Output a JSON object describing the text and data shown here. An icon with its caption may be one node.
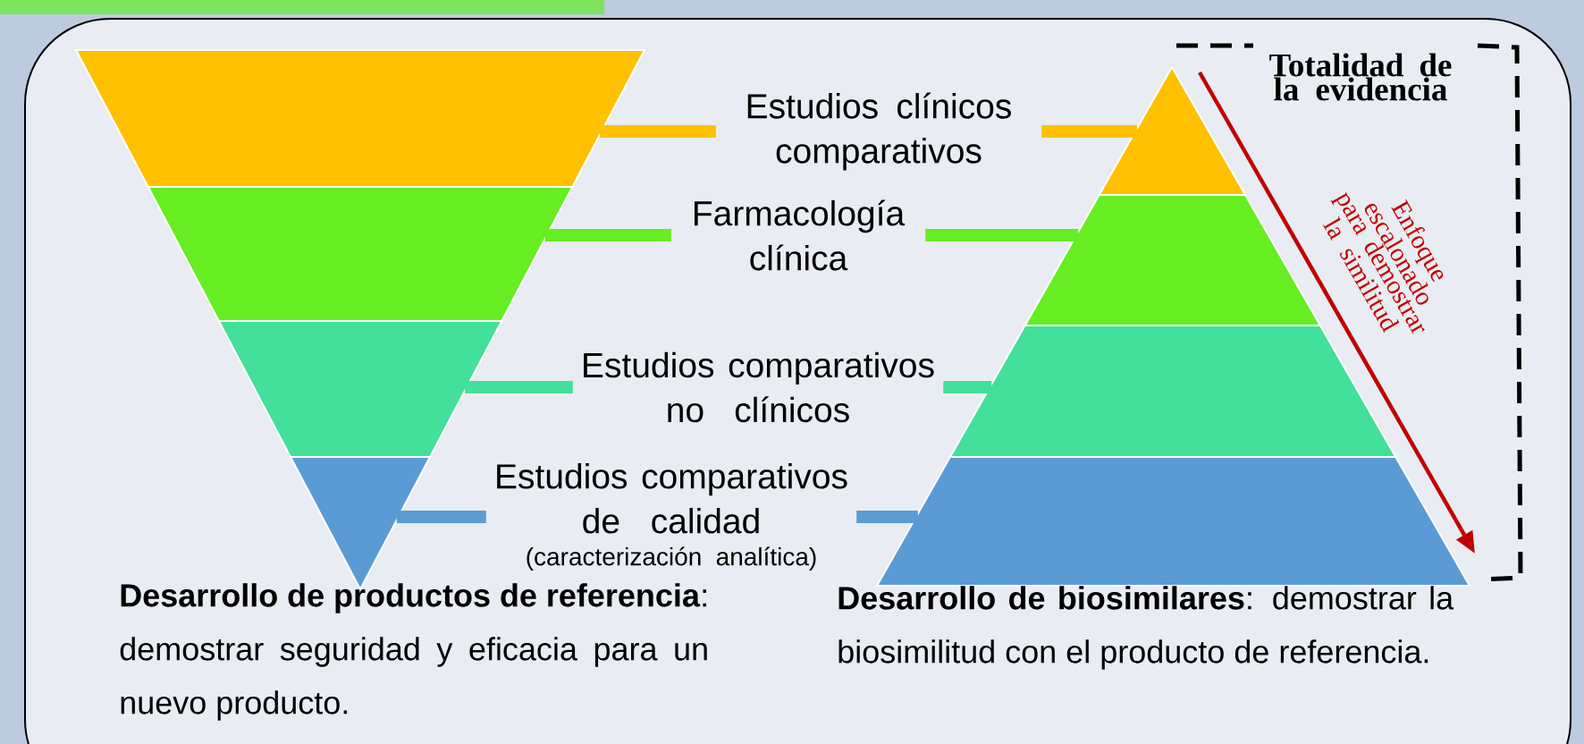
{
  "diagram": {
    "nodes": [
      {
        "text": [],
        "shape": "trapezoid"
      },
      {
        "text": [],
        "shape": "trapezoid"
      },
      {
        "text": [],
        "shape": "trapezoid"
      },
      {
        "text": [],
        "shape": "triangle"
      },
      {
        "text": [
          "Estudios clínicos comparativos"
        ]
      },
      {
        "text": [
          "Farmacología clínica"
        ]
      },
      {
        "text": [
          "Estudios comparativos no clínicos"
        ]
      },
      {
        "text": [
          "Estudios comparativos de calidad",
          "(caracterización analítica)"
        ]
      },
      {
        "text": [],
        "shape": "triangle"
      },
      {
        "text": [],
        "shape": "trapezoid"
      },
      {
        "text": [],
        "shape": "trapezoid"
      },
      {
        "text": [],
        "shape": "trapezoid"
      }
    ],
    "edges": [
      {
        "from": 4,
        "to": 0,
        "arrow": "none",
        "color": "#ffc000"
      },
      {
        "from": 4,
        "to": 8,
        "arrow": "none",
        "color": "#ffc000"
      },
      {
        "from": 5,
        "to": 1,
        "arrow": "none",
        "color": "#66ee22"
      },
      {
        "from": 5,
        "to": 9,
        "arrow": "none",
        "color": "#66ee22"
      },
      {
        "from": 6,
        "to": 2,
        "arrow": "none",
        "color": "#42e09a"
      },
      {
        "from": 6,
        "to": 10,
        "arrow": "none",
        "color": "#42e09a"
      },
      {
        "from": 7,
        "to": 3,
        "arrow": "none",
        "color": "#5b9bd5"
      },
      {
        "from": 7,
        "to": 11,
        "arrow": "none",
        "color": "#5b9bd5"
      }
    ],
    "labels": [
      "Totalidad de la evidencia",
      "Enfoque escalonado para demostrar la similitud",
      "**Desarrollo de productos de referencia**: demostrar seguridad y eficacia para un nuevo producto.",
      "**Desarrollo de biosimilares**: demostrar la biosimilitud con el producto de referencia."
    ]
  }
}
